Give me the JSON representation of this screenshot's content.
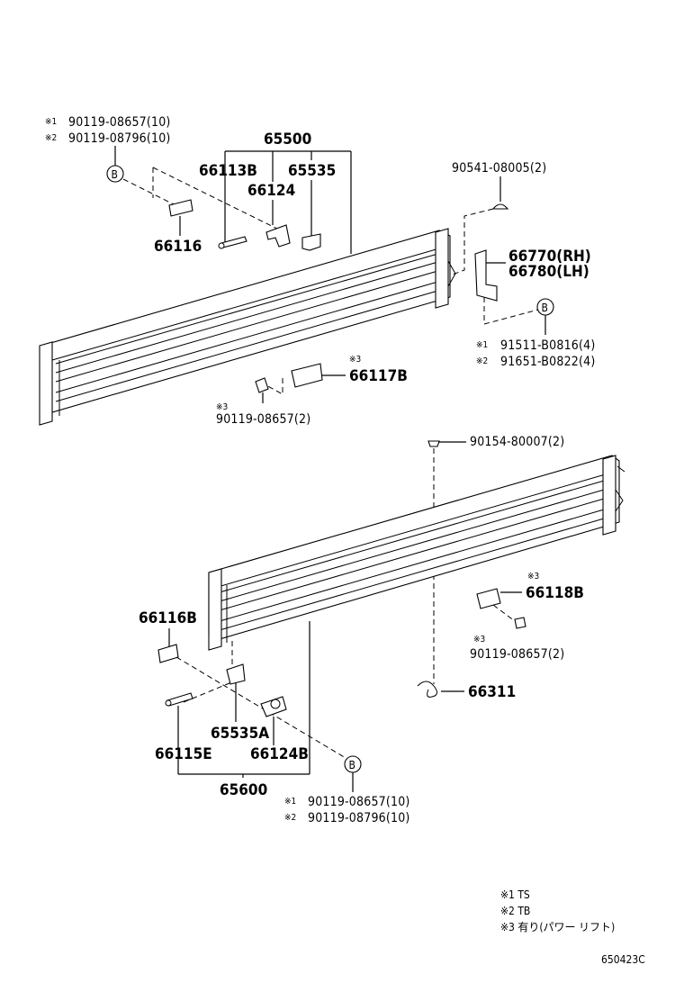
{
  "upper": {
    "assembly": "65500",
    "bolt_note_mark1": "※1",
    "bolt_note_1": "90119-08657(10)",
    "bolt_note_mark2": "※2",
    "bolt_note_2": "90119-08796(10)",
    "ref_b": "B",
    "p_66113B": "66113B",
    "p_66124": "66124",
    "p_65535": "65535",
    "p_66116": "66116",
    "p_90541": "90541-08005(2)",
    "p_66770": "66770(RH)",
    "p_66780": "66780(LH)",
    "p_91511_mark": "※1",
    "p_91511": "91511-B0816(4)",
    "p_91651_mark": "※2",
    "p_91651": "91651-B0822(4)",
    "p_66117B_mark": "※3",
    "p_66117B": "66117B",
    "p_90119_mark": "※3",
    "p_90119": "90119-08657(2)"
  },
  "lower": {
    "assembly": "65600",
    "p_90154": "90154-80007(2)",
    "p_66118B_mark": "※3",
    "p_66118B": "66118B",
    "p_90119b_mark": "※3",
    "p_90119b": "90119-08657(2)",
    "p_66311": "66311",
    "p_66116B": "66116B",
    "p_65535A": "65535A",
    "p_66115E": "66115E",
    "p_66124B": "66124B",
    "ref_b": "B",
    "bolt_note_mark1": "※1",
    "bolt_note_1": "90119-08657(10)",
    "bolt_note_mark2": "※2",
    "bolt_note_2": "90119-08796(10)"
  },
  "legend": {
    "l1": "※1 TS",
    "l2": "※2 TB",
    "l3": "※3 有り(パワー リフト)"
  },
  "diagram_code": "650423C"
}
